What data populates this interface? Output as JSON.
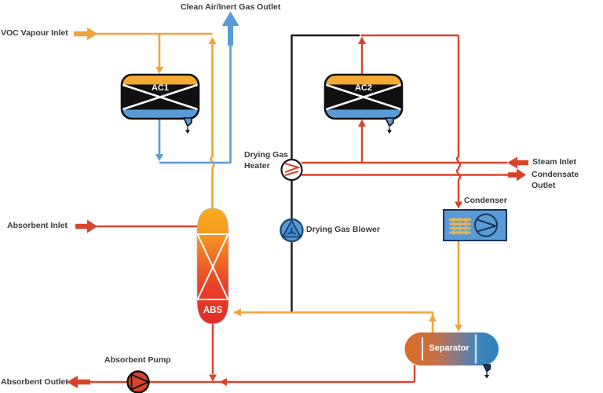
{
  "diagram": {
    "stream_labels": {
      "voc_inlet": "VOC Vapour Inlet",
      "clean_air_outlet": "Clean Air/Inert Gas Outlet",
      "steam_inlet": "Steam Inlet",
      "condensate_outlet": "Condensate\nOutlet",
      "absorbent_inlet": "Absorbent Inlet",
      "absorbent_outlet": "Absorbent Outlet"
    },
    "equipment_labels": {
      "drying_gas_heater": "Drying Gas\nHeater",
      "drying_gas_blower": "Drying Gas Blower",
      "condenser": "Condenser",
      "absorbent_pump": "Absorbent Pump",
      "ac1": "AC1",
      "ac2": "AC2",
      "abs": "ABS",
      "separator": "Separator"
    },
    "colors": {
      "voc_gas_line": "#F2A33C",
      "clean_air_line": "#5B9BD5",
      "hot_regen_line": "#D9432B",
      "drying_gas_line": "#1A1A1A",
      "label_text": "#3A3A3A",
      "vessel_band_orange": "#F5A833",
      "vessel_band_blue": "#5B9BD5",
      "vessel_body_black": "#111111",
      "condenser_fill": "#5B9BD5",
      "condenser_coil": "#E9B44C",
      "column_top": "#F8AC1B",
      "column_bottom": "#E22C28",
      "separator_left": "#DC6E28",
      "separator_right": "#2C82C0",
      "pump_fill": "#D9432B"
    }
  }
}
